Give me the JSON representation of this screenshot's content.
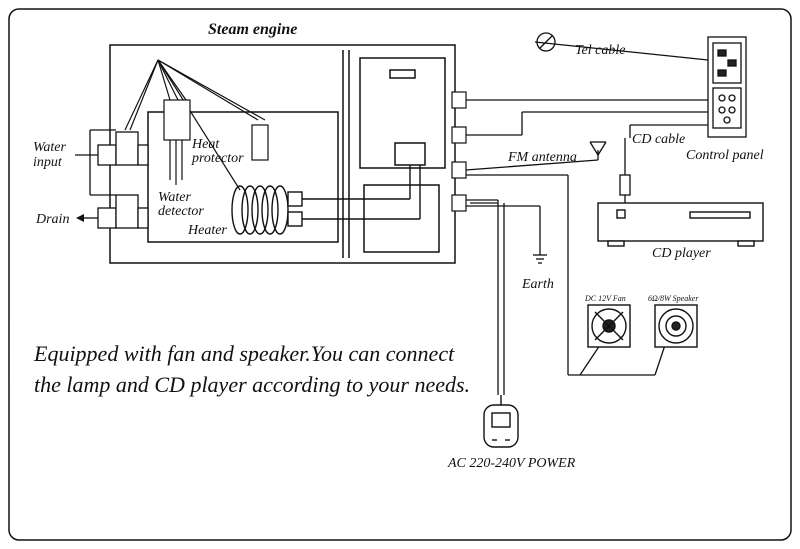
{
  "title": "Steam engine",
  "labels": {
    "water_input_1": "Water",
    "water_input_2": "input",
    "drain": "Drain",
    "water_detector_1": "Water",
    "water_detector_2": "detector",
    "heater": "Heater",
    "heat_protector_1": "Heat",
    "heat_protector_2": "protector",
    "tel_cable": "Tel cable",
    "cd_cable": "CD cable",
    "control_panel": "Control panel",
    "fm_antenna": "FM antenna",
    "cd_player": "CD player",
    "earth": "Earth",
    "fan": "DC 12V Fan",
    "speaker": "6Ω/8W Speaker",
    "power": "AC 220-240V POWER"
  },
  "note_line1": "Equipped with fan and speaker.You can connect",
  "note_line2": "the lamp and CD player according to your needs."
}
